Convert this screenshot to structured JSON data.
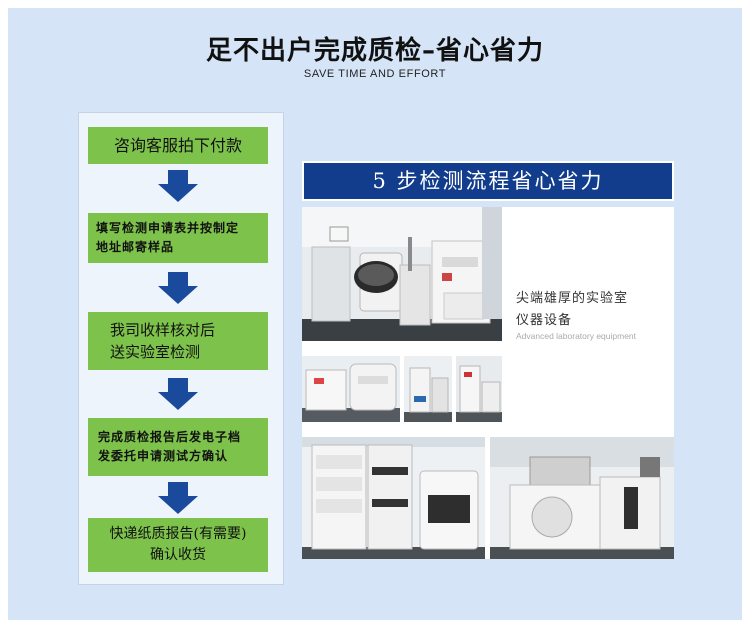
{
  "header": {
    "title": "足不出户完成质检–省心省力",
    "subtitle": "SAVE TIME AND EFFORT"
  },
  "flow": {
    "step1": "咨询客服拍下付款",
    "step2_line1": "填写检测申请表并按制定",
    "step2_line2": "地址邮寄样品",
    "step3_line1": "我司收样核对后",
    "step3_line2": "送实验室检测",
    "step4_line1": "完成质检报告后发电子档",
    "step4_line2": "发委托申请测试方确认",
    "step5_line1": "快递纸质报告(有需要)",
    "step5_line2": "确认收货",
    "arrow_color": "#1a4a9c",
    "step_color": "#7dc24a"
  },
  "panel": {
    "banner": "5 步检测流程省心省力",
    "caption_line1": "尖端雄厚的实验室",
    "caption_line2": "仪器设备",
    "caption_en": "Advanced laboratory equipment",
    "banner_color": "#123d8c"
  }
}
